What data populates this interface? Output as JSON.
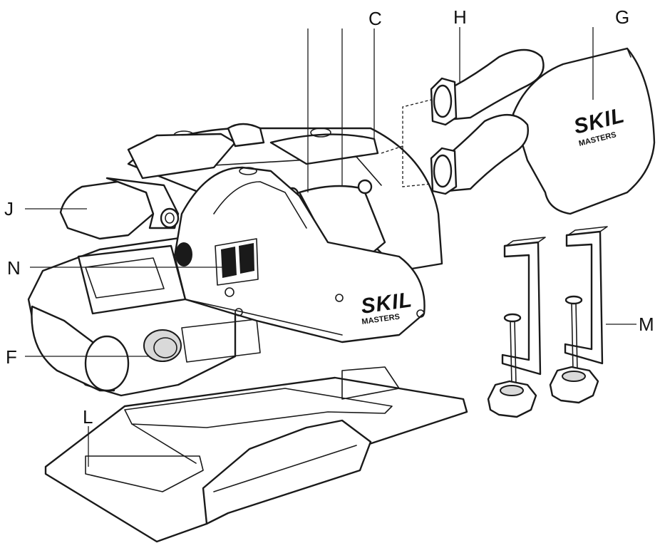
{
  "diagram": {
    "parts": [
      {
        "key": "C",
        "label": "C"
      },
      {
        "key": "H",
        "label": "H"
      },
      {
        "key": "G",
        "label": "G"
      },
      {
        "key": "J",
        "label": "J"
      },
      {
        "key": "N",
        "label": "N"
      },
      {
        "key": "F",
        "label": "F"
      },
      {
        "key": "L",
        "label": "L"
      },
      {
        "key": "M",
        "label": "M"
      }
    ],
    "brand": {
      "logo": "SKIL",
      "sub": "MASTERS"
    }
  }
}
